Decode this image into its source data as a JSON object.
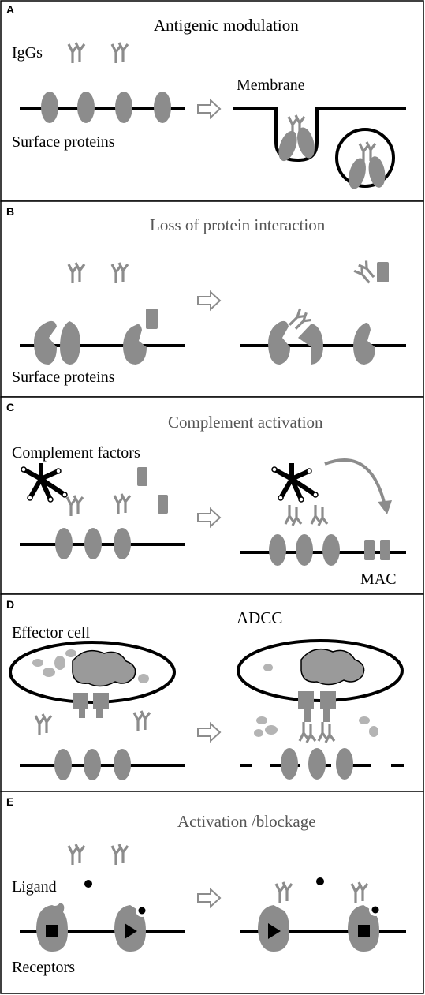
{
  "panels": [
    {
      "letter": "A",
      "title": "Antigenic modulation",
      "labels": {
        "igg": "IgGs",
        "surface": "Surface proteins",
        "membrane": "Membrane"
      }
    },
    {
      "letter": "B",
      "title": "Loss of  protein interaction",
      "labels": {
        "surface": "Surface proteins"
      }
    },
    {
      "letter": "C",
      "title": "Complement activation",
      "labels": {
        "factors": "Complement factors",
        "mac": "MAC"
      }
    },
    {
      "letter": "D",
      "title": "ADCC",
      "labels": {
        "effector": "Effector cell"
      }
    },
    {
      "letter": "E",
      "title": "Activation /blockage",
      "labels": {
        "ligand": "Ligand",
        "receptors": "Receptors"
      }
    }
  ],
  "colors": {
    "protein": "#8c8c8c",
    "membrane": "#000000",
    "frame": "#000000",
    "granule": "#b4b4b4",
    "nucleus": "#9a9a9a"
  }
}
